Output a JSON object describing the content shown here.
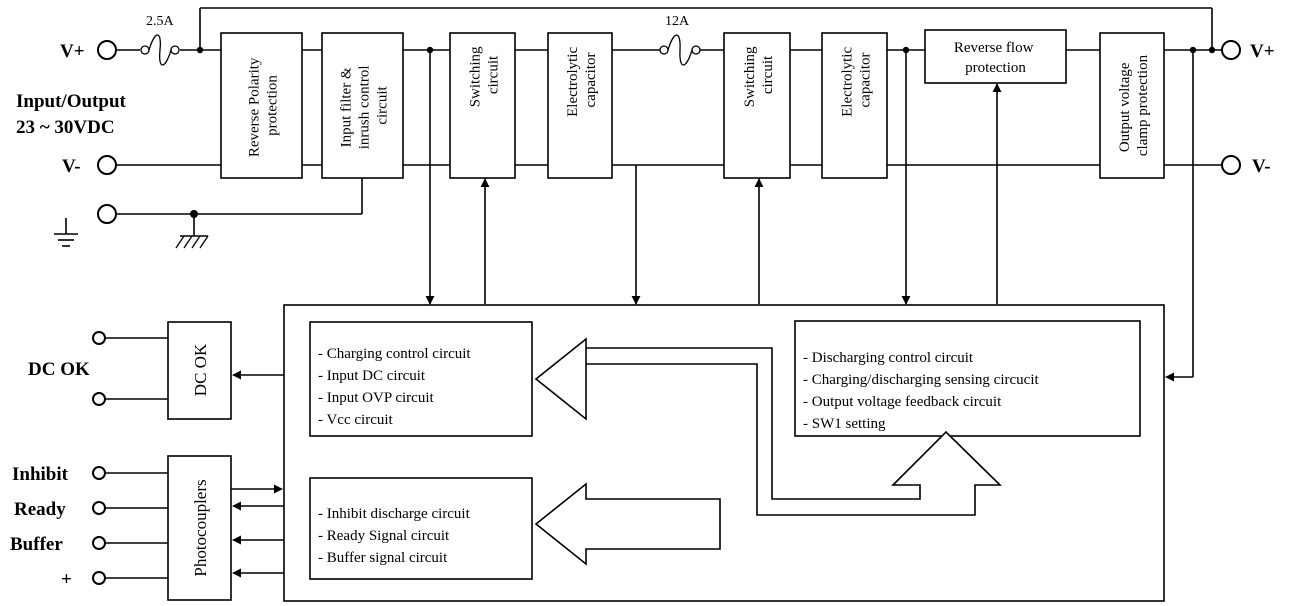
{
  "fuses": {
    "input": "2.5A",
    "mid": "12A"
  },
  "terminals": {
    "vplus_left": "V+",
    "vminus_left": "V-",
    "vplus_right": "V+",
    "vminus_right": "V-",
    "io_title": "Input/Output",
    "io_range": "23 ~ 30VDC",
    "dc_ok": "DC OK",
    "inhibit": "Inhibit",
    "ready": "Ready",
    "buffer": "Buffer",
    "plus": "+"
  },
  "blocks": {
    "reverse_polarity": [
      "Reverse Polarity",
      "protection"
    ],
    "input_filter": [
      "Input filter &",
      "inrush control",
      "circuit"
    ],
    "switching1": [
      "Switching",
      "circuit"
    ],
    "electrolytic1": [
      "Electrolytic",
      "capacitor"
    ],
    "switching2": [
      "Switching",
      "circuit"
    ],
    "electrolytic2": [
      "Electrolytic",
      "capacitor"
    ],
    "reverse_flow": [
      "Reverse flow",
      "protection"
    ],
    "output_clamp": [
      "Output voltage",
      "clamp protection"
    ],
    "dc_ok_block": "DC OK",
    "photocouplers": "Photocouplers"
  },
  "control": {
    "charging_box": [
      "-  Charging control circuit",
      "-  Input DC circuit",
      "-  Input OVP circuit",
      "-  Vcc circuit"
    ],
    "inhibit_box": [
      "- Inhibit discharge circuit",
      "- Ready Signal circuit",
      "- Buffer signal circuit"
    ],
    "discharging_box": [
      "-  Discharging control circuit",
      "-  Charging/discharging sensing circucit",
      "-  Output voltage feedback circuit",
      "-  SW1 setting"
    ]
  }
}
